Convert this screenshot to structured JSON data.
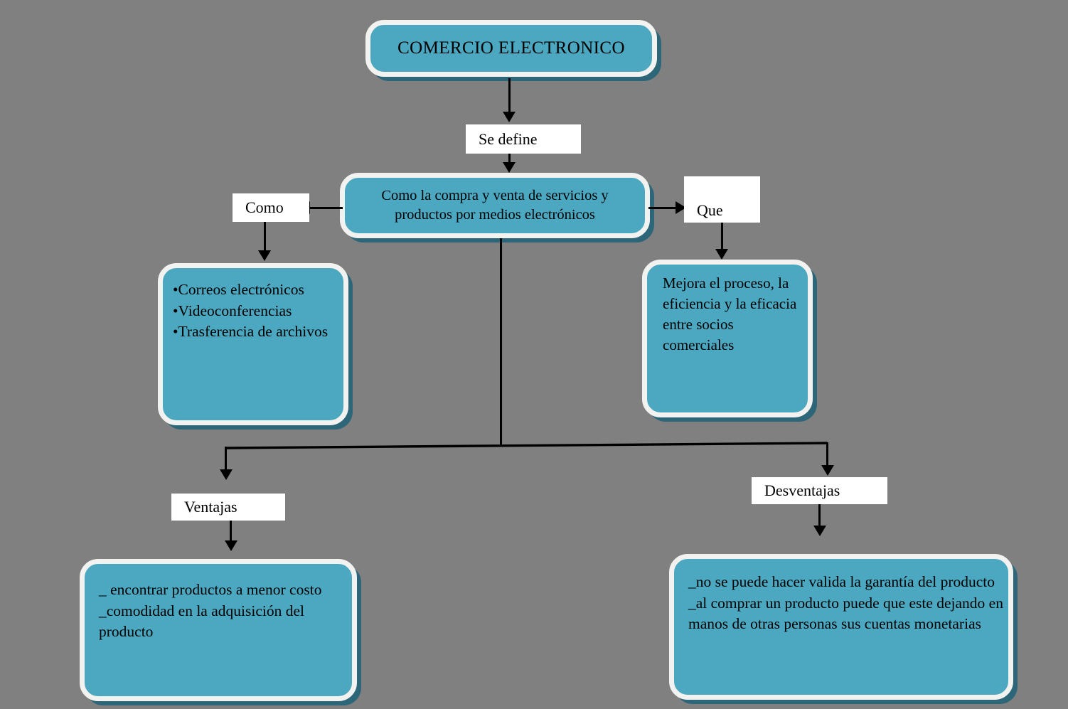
{
  "diagram": {
    "type": "concept-map",
    "language": "es",
    "background_color": "#808080",
    "node_fill_color": "#4BA8C0",
    "node_border_color": "#F2F2F0",
    "node_shadow_color": "#2D6679",
    "label_fill_color": "#FFFFFF",
    "connector_color": "#000000"
  },
  "nodes": {
    "title": {
      "text": "COMERCIO ELECTRONICO"
    },
    "definition": {
      "text": "Como la compra y venta de servicios y productos por medios electrónicos"
    },
    "como_list": {
      "text": "•Correos electrónicos\n•Videoconferencias\n•Trasferencia de archivos",
      "items": [
        "Correos electrónicos",
        "Videoconferencias",
        "Trasferencia de archivos"
      ]
    },
    "que_detail": {
      "text": "Mejora el proceso, la eficiencia y la eficacia entre socios comerciales"
    },
    "ventajas_detail": {
      "text": "_ encontrar productos a menor costo\n_comodidad en la adquisición del producto",
      "items": [
        "_ encontrar productos a menor costo",
        "_comodidad en la adquisición del producto"
      ]
    },
    "desventajas_detail": {
      "text": "_no se puede hacer valida la garantía del producto\n_al comprar un producto puede que este dejando en manos de otras personas sus cuentas monetarias",
      "items": [
        "_no se puede hacer valida la garantía del producto",
        "_al comprar un producto puede que este dejando en manos de otras personas sus cuentas monetarias"
      ]
    }
  },
  "labels": {
    "se_define": "Se define",
    "como": "Como",
    "que": "Que",
    "ventajas": "Ventajas",
    "desventajas": "Desventajas"
  }
}
